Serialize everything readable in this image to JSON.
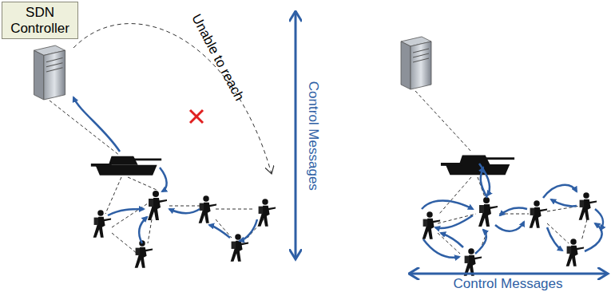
{
  "diagram": {
    "nodes": [
      {
        "text": [
          "SDN Controller"
        ]
      }
    ],
    "labels": [
      "Unable to reach",
      "Control Messages",
      "Control Messages"
    ]
  }
}
